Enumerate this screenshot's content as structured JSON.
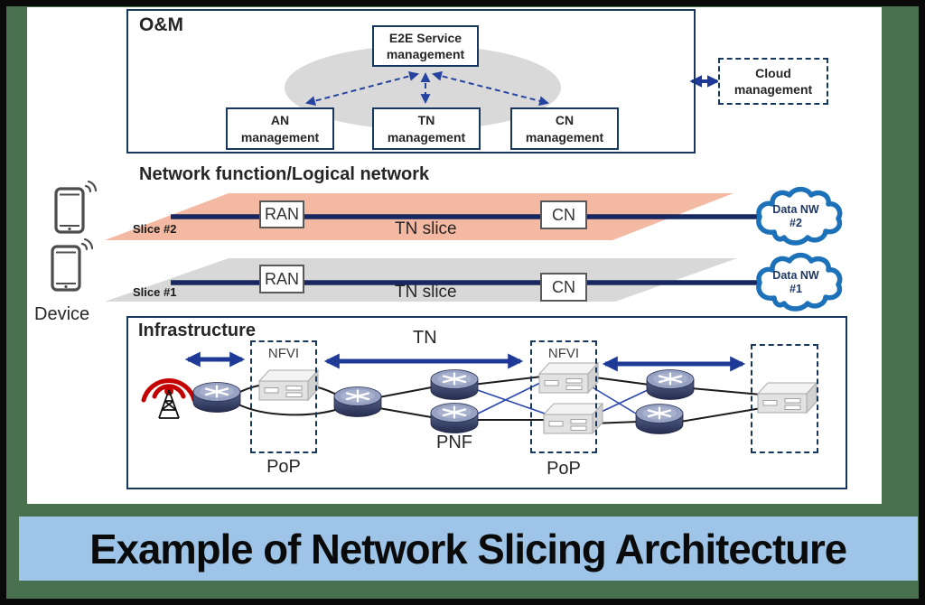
{
  "banner": {
    "title": "Example of Network Slicing Architecture",
    "bg_color": "#9ec5e8"
  },
  "om": {
    "title": "O&M",
    "e2e": "E2E Service management",
    "an": "AN management",
    "tn": "TN management",
    "cn": "CN management",
    "cloud": "Cloud management"
  },
  "logical": {
    "heading": "Network function/Logical network",
    "device": "Device",
    "slice2": {
      "name": "Slice #2",
      "ran": "RAN",
      "cn": "CN",
      "tn_slice": "TN slice",
      "cloud": "Data NW #2",
      "fill": "#f4b9a3"
    },
    "slice1": {
      "name": "Slice #1",
      "ran": "RAN",
      "cn": "CN",
      "tn_slice": "TN slice",
      "cloud": "Data NW #1",
      "fill": "#d8d8d8"
    }
  },
  "infra": {
    "title": "Infrastructure",
    "tn": "TN",
    "pnf": "PNF",
    "nfvi": "NFVI",
    "pop": "PoP"
  },
  "colors": {
    "background_green": "#497150",
    "frame_black": "#0a0a0a",
    "banner_blue": "#9ec5e8",
    "box_border_navy": "#17375e",
    "arrow_blue": "#2743a0",
    "slice_line_navy": "#17275f",
    "cloud_border_blue": "#1d71b8",
    "radio_red": "#c40000",
    "ellipse_gray": "#d9d9d9"
  }
}
